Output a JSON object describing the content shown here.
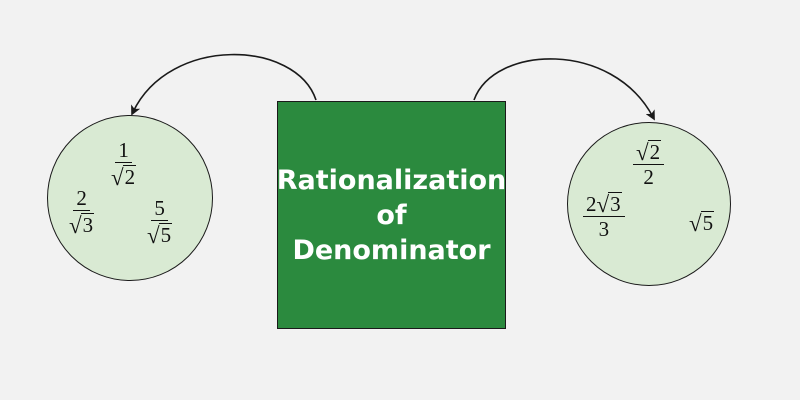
{
  "colors": {
    "background": "#f2f2f2",
    "circle_fill": "#d9ead3",
    "box_fill": "#2b8a3e",
    "title_text": "#ffffff",
    "outline": "#1a1a1a"
  },
  "center_box": {
    "title_lines": [
      "Rationalization",
      "of",
      "Denominator"
    ]
  },
  "left_circle": {
    "expressions": [
      {
        "numerator": "1",
        "denominator_radicand": "2"
      },
      {
        "numerator": "2",
        "denominator_radicand": "3"
      },
      {
        "numerator": "5",
        "denominator_radicand": "5"
      }
    ]
  },
  "right_circle": {
    "expressions": [
      {
        "numerator_radicand": "2",
        "denominator": "2"
      },
      {
        "numerator_coefficient": "2",
        "numerator_radicand": "3",
        "denominator": "3"
      },
      {
        "radicand": "5"
      }
    ]
  },
  "arrows": [
    {
      "from": "center-box",
      "to": "left-circle",
      "direction": "right-to-left"
    },
    {
      "from": "center-box",
      "to": "right-circle",
      "direction": "left-to-right"
    }
  ]
}
